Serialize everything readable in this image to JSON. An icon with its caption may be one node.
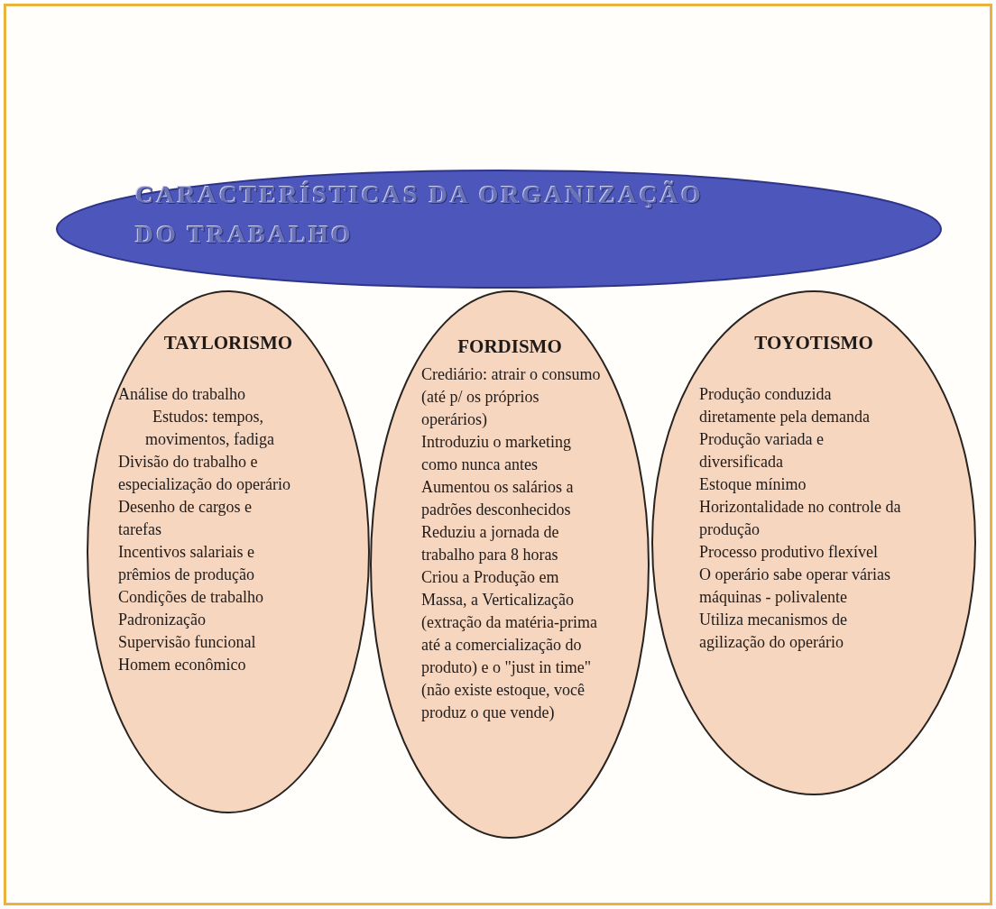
{
  "diagram": {
    "nodes": [
      {
        "text": [
          "CARACTERÍSTICAS DA ORGANIZAÇÃO DO TRABALHO"
        ]
      },
      {
        "text": [
          "TAYLORISMO",
          "Análise do trabalho",
          "Estudos: tempos, movimentos, fadiga",
          "Divisão do trabalho e especialização do operário",
          "Desenho de cargos e tarefas",
          "Incentivos salariais e prêmios de produção",
          "Condições de trabalho",
          "Padronização",
          "Supervisão funcional",
          "Homem econômico"
        ]
      },
      {
        "text": [
          "FORDISMO",
          "Crediário: atrair o consumo (até p/ os próprios operários)",
          "Introduziu o marketing como nunca antes",
          "Aumentou os salários a padrões desconhecidos",
          "Reduziu a jornada de trabalho para 8 horas",
          "Criou a Produção em Massa, a Verticalização (extração da matéria-prima até a comercialização do produto) e o \"just in time\" (não existe estoque, você produz o que vende)"
        ]
      },
      {
        "text": [
          "TOYOTISMO",
          "Produção conduzida diretamente pela demanda",
          "Produção variada e diversificada",
          "Estoque mínimo",
          "Horizontalidade no controle da produção",
          "Processo produtivo flexível",
          "O operário sabe operar várias máquinas - polivalente",
          "Utiliza mecanismos de agilização do operário"
        ]
      }
    ]
  }
}
